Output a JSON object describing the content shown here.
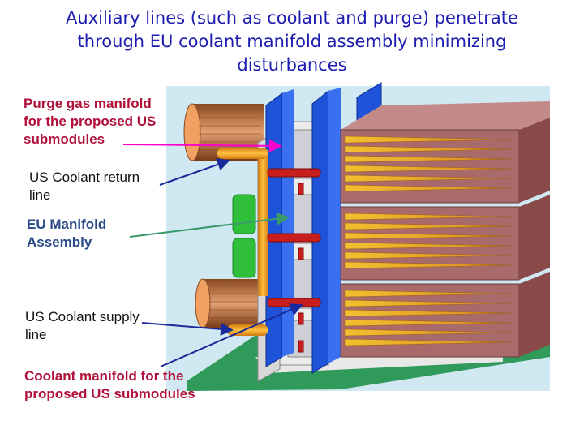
{
  "title": {
    "line1": "Auxiliary lines (such as coolant and purge) penetrate",
    "line2": "through EU coolant manifold assembly minimizing",
    "line3": "disturbances"
  },
  "labels": {
    "purge": [
      "Purge gas manifold",
      "for the proposed US",
      "submodules"
    ],
    "return": [
      "US Coolant return",
      "line"
    ],
    "eu": [
      "EU Manifold",
      "Assembly"
    ],
    "supply": [
      "US Coolant supply",
      "line"
    ],
    "coolant": [
      "Coolant manifold for the",
      "proposed US submodules"
    ]
  },
  "colors": {
    "title": "#1c1cb0",
    "label_red": "#b0103a",
    "label_eu": "#2a4a8a",
    "arrow_magenta": "#ff00cc",
    "arrow_blue": "#1a2a9a",
    "arrow_green": "#3a9a6a",
    "background_panel": "#cfe8f2",
    "floor": "#2f9a5a",
    "manifold_blue": "#1e52d8",
    "breeder_box": "#a86a6a",
    "orange_pipe": "#f0a020",
    "red_pipe": "#c81e1e",
    "green_block": "#2fbf3a"
  },
  "icons": [
    "arrow-purge",
    "arrow-return",
    "arrow-eu",
    "arrow-supply",
    "arrow-coolant"
  ]
}
